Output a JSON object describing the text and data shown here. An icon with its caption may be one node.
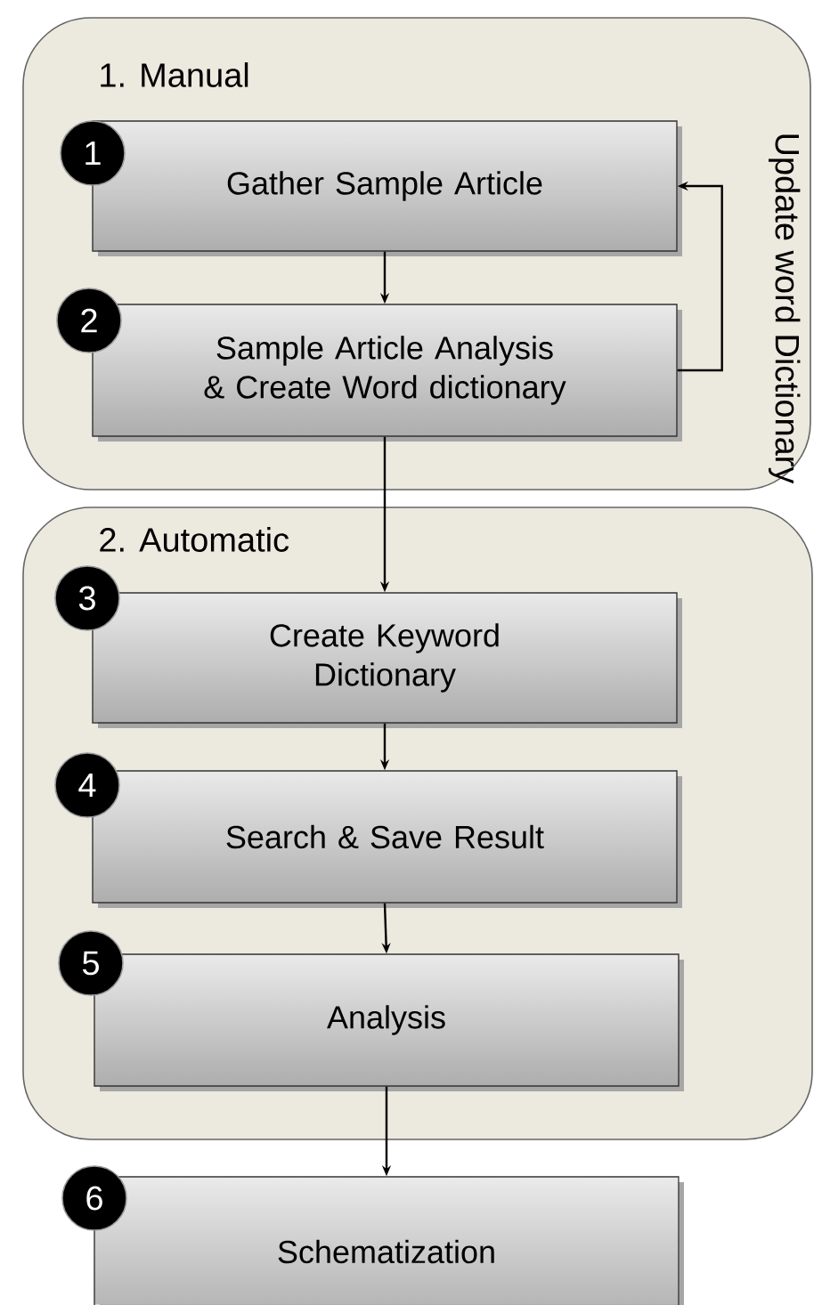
{
  "diagram": {
    "nodes": [
      {
        "text": [
          "1. Manual"
        ]
      },
      {
        "text": [
          "1",
          "Gather Sample Article"
        ],
        "in": 0
      },
      {
        "text": [
          "2",
          "Sample Article Analysis & Create Word dictionary"
        ],
        "in": 0
      },
      {
        "text": [
          "2. Automatic"
        ]
      },
      {
        "text": [
          "3",
          "Create Keyword Dictionary"
        ],
        "in": 3
      },
      {
        "text": [
          "4",
          "Search & Save Result"
        ],
        "in": 3
      },
      {
        "text": [
          "5",
          "Analysis"
        ],
        "in": 3
      },
      {
        "text": [
          "6",
          "Schematization"
        ]
      }
    ],
    "edges": [
      {
        "from": 1,
        "to": 2,
        "arrow": "to"
      },
      {
        "from": 2,
        "to": 1,
        "arrow": "to",
        "label": "Update word Dictionary"
      },
      {
        "from": 2,
        "to": 4,
        "arrow": "to"
      },
      {
        "from": 4,
        "to": 5,
        "arrow": "to"
      },
      {
        "from": 5,
        "to": 6,
        "arrow": "to"
      },
      {
        "from": 6,
        "to": 7,
        "arrow": "to"
      }
    ]
  }
}
